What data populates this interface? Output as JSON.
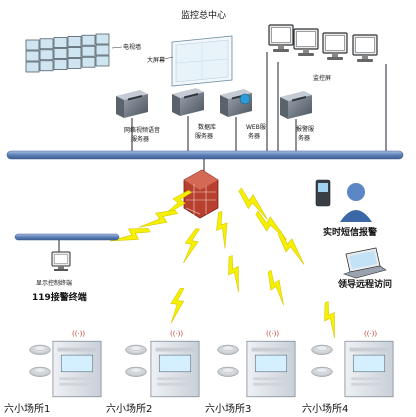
{
  "header": {
    "title": "监控总中心"
  },
  "labels": {
    "tv_wall": "电视墙",
    "big_screen": "大屏幕",
    "monitor_screen": "监控屏",
    "server_video": [
      "网络视频语音",
      "服务器"
    ],
    "server_db": [
      "数据库",
      "服务器"
    ],
    "server_web": [
      "WEB服",
      "务器"
    ],
    "server_alarm": [
      "报警服",
      "务器"
    ],
    "display_terminal": "显示控制终端",
    "alarm_terminal": "119接警终端",
    "sms_alarm": "实时短信报警",
    "remote_access": "领导远程访问"
  },
  "sites": [
    "六小场所1",
    "六小场所2",
    "六小场所3",
    "六小场所4"
  ],
  "colors": {
    "bus": "#5d7fb5",
    "lightning": "#f4f000",
    "firewall": "#c0392b",
    "screen": "#cfe6f2"
  }
}
